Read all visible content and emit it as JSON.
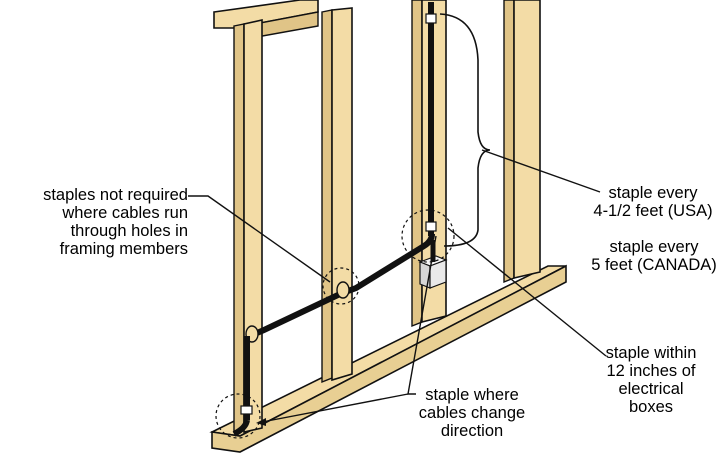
{
  "colors": {
    "wood": "#f3dca6",
    "wood_shade": "#e0c487",
    "outline": "#111111",
    "cable": "#111111",
    "box": "#e9e9e9",
    "background": "#ffffff"
  },
  "labels": {
    "no_staples": [
      "staples not required",
      "where cables run",
      "through holes in",
      "framing members"
    ],
    "every_usa": [
      "staple every",
      "4-1/2 feet (USA)"
    ],
    "every_canada": [
      "staple every",
      "5 feet (CANADA)"
    ],
    "within_boxes": [
      "staple within",
      "12 inches of",
      "electrical",
      "boxes"
    ],
    "change_direction": [
      "staple where",
      "cables change",
      "direction"
    ]
  }
}
